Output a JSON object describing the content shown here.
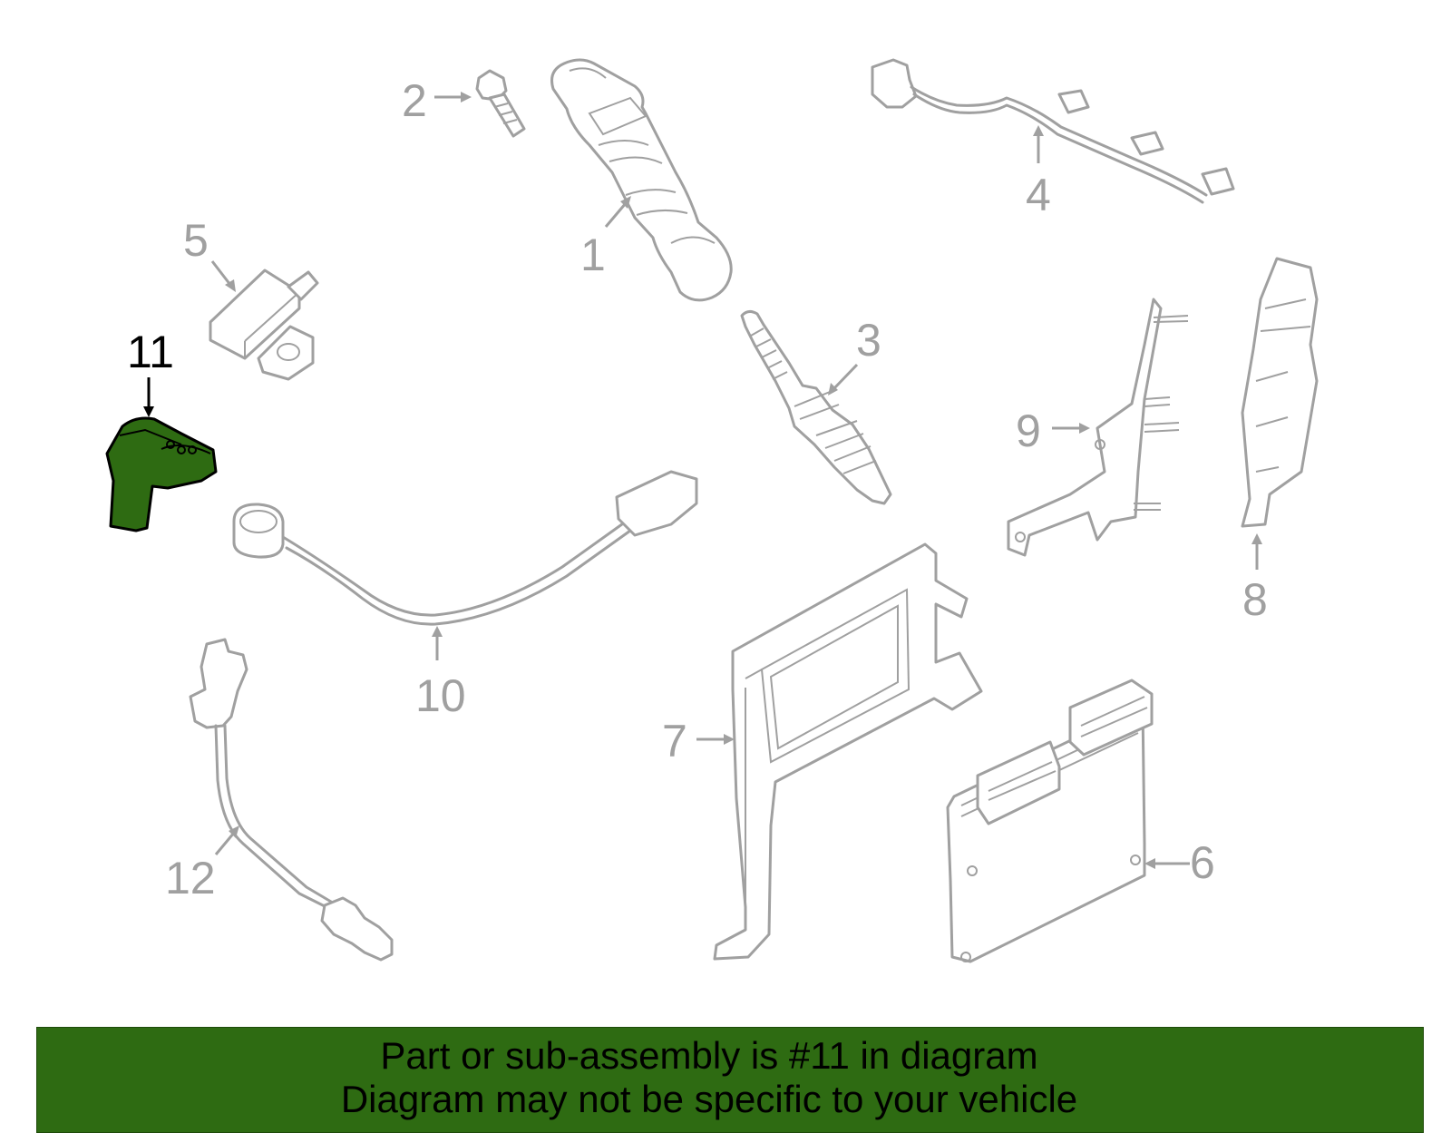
{
  "diagram": {
    "callouts": {
      "c1": "1",
      "c2": "2",
      "c3": "3",
      "c4": "4",
      "c5": "5",
      "c6": "6",
      "c7": "7",
      "c8": "8",
      "c9": "9",
      "c10": "10",
      "c11": "11",
      "c12": "12"
    },
    "highlighted_part": "11",
    "colors": {
      "part_line": "#a0a0a0",
      "highlight_fill": "#2e6b12",
      "highlight_callout": "#000000",
      "banner": "#2e6b12"
    }
  },
  "banner": {
    "line1": "Part or sub-assembly is #11 in diagram",
    "line2": "Diagram may not be specific to your vehicle"
  }
}
